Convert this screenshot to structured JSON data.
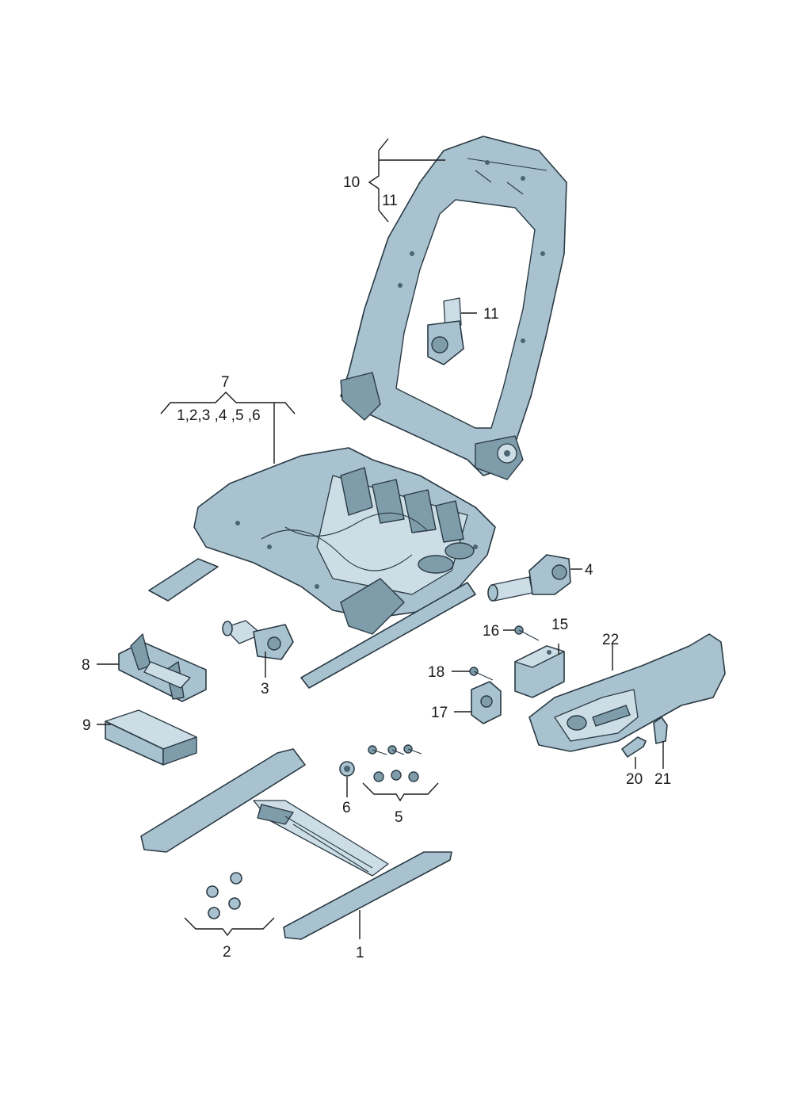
{
  "callouts": {
    "c1": "1",
    "c2": "2",
    "c3": "3",
    "c4": "4",
    "c5": "5",
    "c6": "6",
    "c7": "7",
    "c7_sub": "1,2,3 ,4 ,5 ,6",
    "c8": "8",
    "c9": "9",
    "c10": "10",
    "c11_top": "11",
    "c11_side": "11",
    "c15": "15",
    "c16": "16",
    "c17": "17",
    "c18": "18",
    "c20": "20",
    "c21": "21",
    "c22": "22"
  },
  "colors": {
    "part_fill": "#a9c2cf",
    "part_shade": "#7f9cab",
    "outline": "#2a3a44"
  }
}
